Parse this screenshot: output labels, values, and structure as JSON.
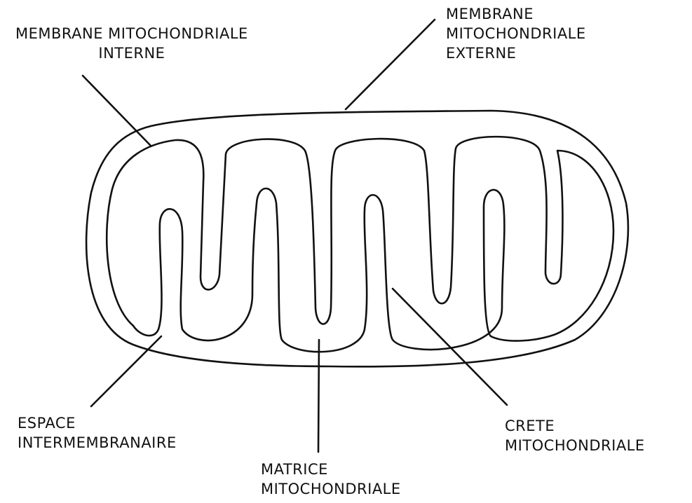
{
  "labels": {
    "inner_membrane": [
      "MEMBRANE MITOCHONDRIALE",
      "INTERNE"
    ],
    "outer_membrane": [
      "MEMBRANE",
      "MITOCHONDRIALE",
      "EXTERNE"
    ],
    "intermembrane_space": [
      "ESPACE",
      "INTERMEMBRANAIRE"
    ],
    "matrix": [
      "MATRICE",
      "MITOCHONDRIALE"
    ],
    "crista": [
      "CRETE",
      "MITOCHONDRIALE"
    ]
  }
}
